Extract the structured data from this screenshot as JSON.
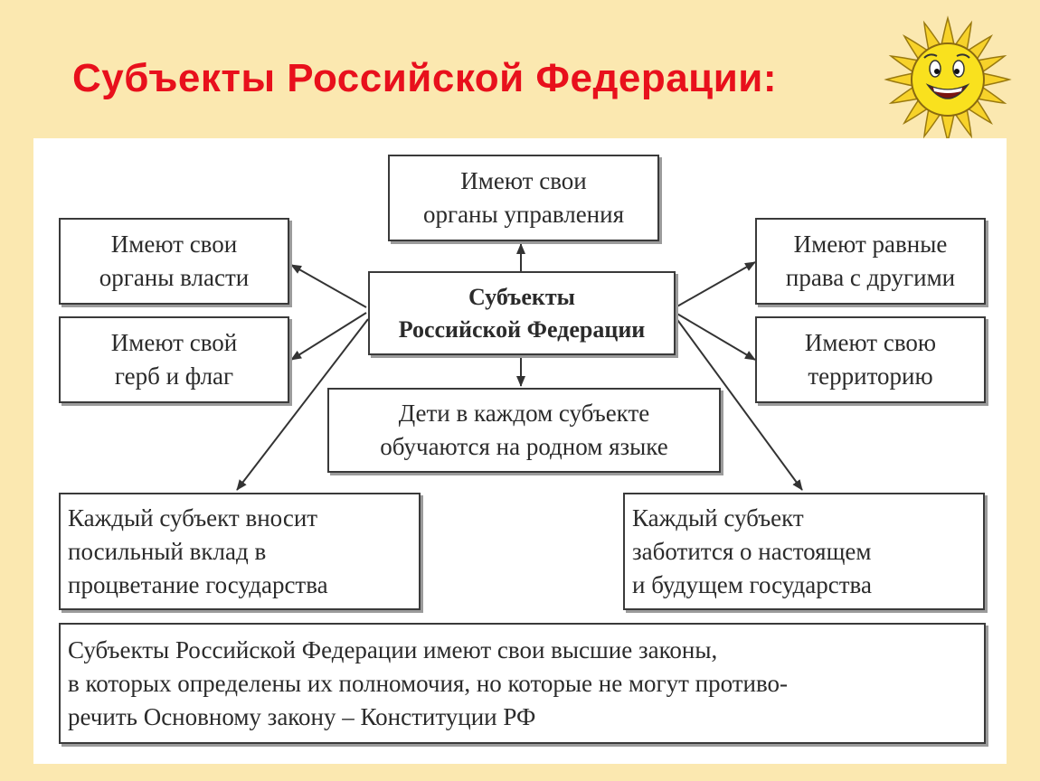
{
  "title": "Субъекты Российской Федерации:",
  "diagram": {
    "center": "Субъекты\nРоссийской Федерации",
    "top": "Имеют свои\nорганы управления",
    "left_upper": "Имеют свои\nорганы власти",
    "left_lower": "Имеют свой\nгерб и флаг",
    "right_upper": "Имеют равные\nправа с другими",
    "right_lower": "Имеют свою\nтерриторию",
    "middle_below": "Дети в каждом субъекте\nобучаются на родном языке",
    "bottom_left": "Каждый субъект вносит\nпосильный вклад в\nпроцветание государства",
    "bottom_right": "Каждый субъект\nзаботится о настоящем\nи будущем государства",
    "footer": "Субъекты Российской Федерации имеют свои высшие законы,\nв которых определены их полномочия, но которые не могут противо-\nречить Основному закону – Конституции РФ"
  },
  "colors": {
    "background": "#fbe8b0",
    "title": "#e8101c",
    "sun_petals": "#f7d22a",
    "sun_face": "#f9e11e"
  },
  "icons": [
    "smiling-sun-icon"
  ]
}
